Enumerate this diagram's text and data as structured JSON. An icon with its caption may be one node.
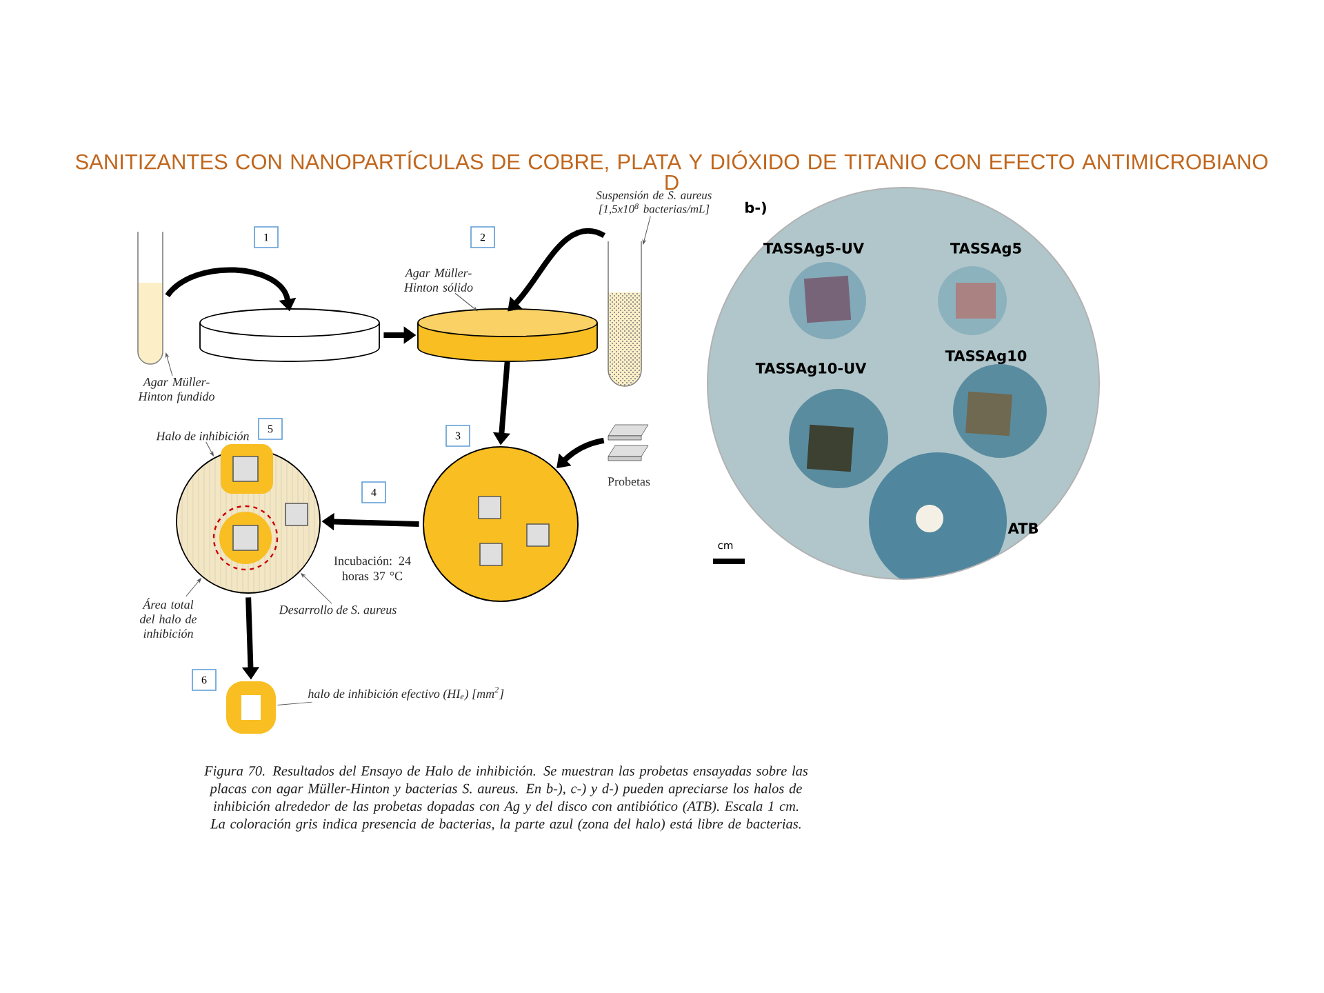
{
  "diagram": {
    "title": "SANITIZANTES CON NANOPARTÍCULAS DE COBRE, PLATA Y DIÓXIDO DE TITANIO CON EFECTO ANTIMICROBIANO D",
    "caption": "Figura 70. Resultados del Ensayo de Halo de inhibición. Se muestran las probetas ensayadas sobre las placas con agar Müller-Hinton y bacterias S. aureus. En b-), c-) y d-) pueden apreciarse los halos de inhibición alrededor de las probetas dopadas con Ag y del disco con antibiótico (ATB). Escala 1 cm. La coloración gris indica presencia de bacterias, la parte azul (zona del halo) está libre de bacterias.",
    "nodes": [
      {
        "text": [],
        "shape": "cylinder"
      },
      {
        "text": [],
        "shape": "cylinder"
      },
      {
        "text": [
          "1"
        ]
      },
      {
        "text": [],
        "shape": "cylinder"
      },
      {
        "text": [
          "2"
        ]
      },
      {
        "text": [],
        "shape": "picture"
      },
      {
        "text": [],
        "shape": "picture"
      },
      {
        "text": [
          "3"
        ]
      },
      {
        "text": [],
        "shape": "picture",
        "beside": [
          "Probetas"
        ]
      },
      {
        "text": [
          "4"
        ]
      },
      {
        "text": [],
        "shape": "picture"
      },
      {
        "text": [
          "5"
        ]
      },
      {
        "text": [
          "6"
        ]
      },
      {
        "text": [],
        "shape": "picture"
      },
      {
        "text": [
          "Agar Müller-Hinton fundido"
        ]
      },
      {
        "text": [
          "Agar Müller-Hinton sólido"
        ]
      },
      {
        "text": [
          "Suspensión de S. aureus [1,5x10$^{8}$ bacterias/mL]"
        ]
      },
      {
        "text": [
          "Halo de inhibición"
        ]
      },
      {
        "text": [
          "Área total del halo de inhibición"
        ]
      },
      {
        "text": [
          "Desarrollo de S. aureus"
        ]
      },
      {
        "text": [
          "halo de inhibición efectivo (HI$_{e}$) [mm$^{2}$]"
        ]
      }
    ],
    "edges": [
      {
        "from": 0,
        "to": 1,
        "arrow": "to",
        "style": "thick"
      },
      {
        "from": 1,
        "to": 3,
        "arrow": "to",
        "style": "thick"
      },
      {
        "from": 5,
        "to": 3,
        "arrow": "to",
        "style": "thick"
      },
      {
        "from": 3,
        "to": 6,
        "arrow": "to",
        "style": "thick"
      },
      {
        "from": 8,
        "to": 6,
        "arrow": "to",
        "style": "thick"
      },
      {
        "from": 6,
        "to": 10,
        "arrow": "to",
        "style": "thick",
        "label": "Incubación: 24 horas 37 °C"
      },
      {
        "from": 10,
        "to": 13,
        "arrow": "to",
        "style": "thick"
      },
      {
        "from": 14,
        "to": 0,
        "arrow": "to"
      },
      {
        "from": 15,
        "to": 3,
        "arrow": "to"
      },
      {
        "from": 16,
        "to": 5,
        "arrow": "to"
      },
      {
        "from": 17,
        "to": 10,
        "arrow": "to"
      },
      {
        "from": 18,
        "to": 10,
        "arrow": "to"
      },
      {
        "from": 19,
        "to": 10,
        "arrow": "to"
      },
      {
        "from": 20,
        "to": 13,
        "arrow": "none"
      }
    ],
    "labels": [
      "b-)",
      "TASSAg5-UV",
      "TASSAg5",
      "TASSAg10-UV",
      "TASSAg10",
      "ATB",
      "cm"
    ]
  }
}
